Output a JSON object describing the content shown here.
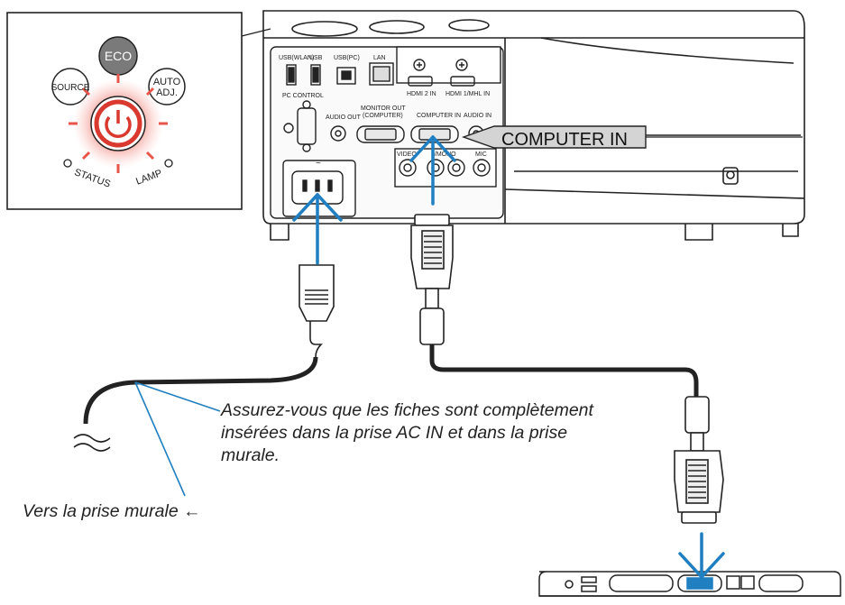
{
  "buttons": {
    "eco": "ECO",
    "source": "SOURCE",
    "auto_line1": "AUTO",
    "auto_line2": "ADJ.",
    "status": "STATUS",
    "lamp": "LAMP"
  },
  "ports": {
    "usb_wlan": "USB(WLAN)",
    "usb": "USB",
    "usb_pc": "USB(PC)",
    "lan": "LAN",
    "hdmi2": "HDMI 2 IN",
    "hdmi1": "HDMI 1/MHL IN",
    "pc_control": "PC CONTROL",
    "audio_out": "AUDIO OUT",
    "monitor_out_line1": "MONITOR OUT",
    "monitor_out_line2": "(COMPUTER)",
    "computer_in": "COMPUTER IN",
    "audio_in": "AUDIO IN",
    "video": "VIDEO",
    "l_mono": "L/MONO",
    "mic": "MIC",
    "ac_symbol": "~"
  },
  "callout": {
    "label": "COMPUTER IN"
  },
  "note": {
    "line1": "Assurez-vous que les fiches sont complètement",
    "line2": "insérées dans la prise AC IN et dans la prise",
    "line3": "murale."
  },
  "wall": {
    "label": "Vers la prise murale",
    "arrow": "←"
  },
  "colors": {
    "arrow": "#1f7fc0",
    "power_ring": "#d9392f",
    "callout_fill": "#d4d4d4",
    "outline": "#222222"
  }
}
